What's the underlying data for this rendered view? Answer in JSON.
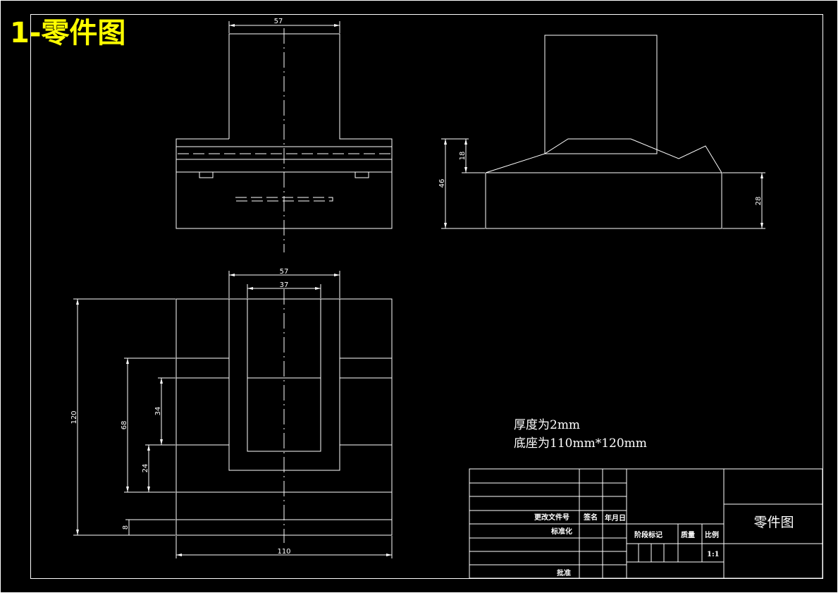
{
  "sheet_title": "1-零件图",
  "front_view": {
    "top_width": "57"
  },
  "side_view": {
    "height_total": "46",
    "height_upper": "18",
    "height_right": "28"
  },
  "top_view": {
    "outer_width": "57",
    "inner_width": "37",
    "total_height": "120",
    "height_68": "68",
    "height_34": "34",
    "height_24": "24",
    "height_8": "8",
    "base_width": "110"
  },
  "notes": {
    "thickness": "厚度为2mm",
    "base_size": "底座为110mm*120mm"
  },
  "title_block": {
    "part_name": "零件图",
    "change_doc": "更改文件号",
    "signature": "签名",
    "date": "年月日",
    "standardize": "标准化",
    "stage_mark": "阶段标记",
    "weight": "质量",
    "scale_label": "比例",
    "scale_value": "1:1",
    "approve": "批准"
  }
}
